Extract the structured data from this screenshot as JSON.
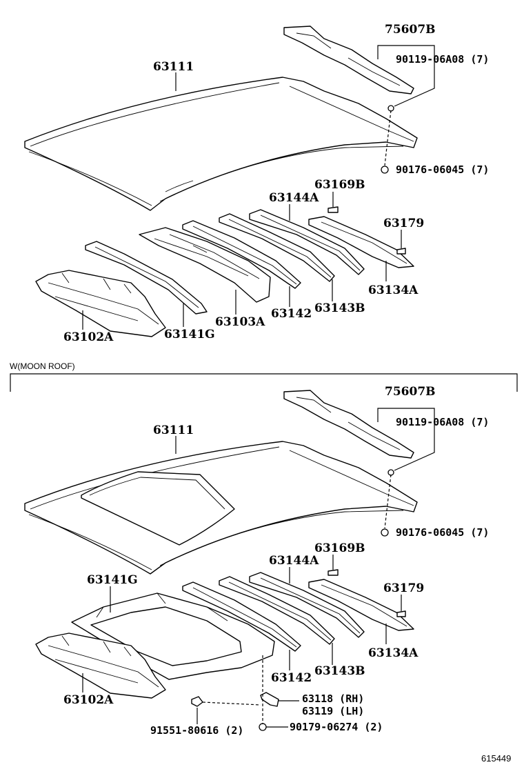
{
  "top": {
    "labels": {
      "roof_panel": "63111",
      "rear_header_reinf": "75607B",
      "clip_top": "90119-06A08 (7)",
      "nut_top": "90176-06045 (7)",
      "pad": "63169B",
      "bow_a": "63144A",
      "spacer": "63179",
      "rear_bow": "63134A",
      "bow_b": "63143B",
      "bow_142": "63142",
      "center_reinf": "63103A",
      "bow_g": "63141G",
      "front_header": "63102A"
    }
  },
  "section_title": "W(MOON ROOF)",
  "bottom": {
    "labels": {
      "rear_header_reinf": "75607B",
      "clip_top": "90119-06A08 (7)",
      "roof_panel": "63111",
      "nut_top": "90176-06045 (7)",
      "pad": "63169B",
      "bow_a": "63144A",
      "spacer": "63179",
      "sunroof_frame": "63141G",
      "rear_bow": "63134A",
      "bow_142": "63142",
      "bow_b": "63143B",
      "front_header": "63102A",
      "bracket_rh": "63118 (RH)",
      "bracket_lh": "63119 (LH)",
      "bolt": "91551-80616 (2)",
      "screw": "90179-06274 (2)"
    }
  },
  "figure_ref": "615449"
}
